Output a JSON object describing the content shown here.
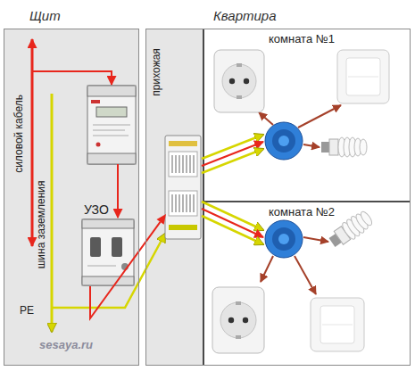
{
  "diagram": {
    "nodes": [
      {
        "text": [
          "Щит"
        ]
      },
      {
        "text": [
          "УЗО"
        ],
        "in": 0
      },
      {
        "text": [
          "Квартира"
        ]
      },
      {
        "text": [
          "прихожая"
        ],
        "in": 2
      },
      {
        "text": [
          "комната №1"
        ],
        "in": 2
      },
      {
        "text": [
          "комната №2"
        ],
        "in": 2
      }
    ],
    "edges": [
      {
        "from": 1,
        "to": 3,
        "arrow": "to"
      }
    ],
    "labels": [
      "силовой кабель",
      "шина заземления",
      "PE",
      "sesaya.ru"
    ]
  }
}
